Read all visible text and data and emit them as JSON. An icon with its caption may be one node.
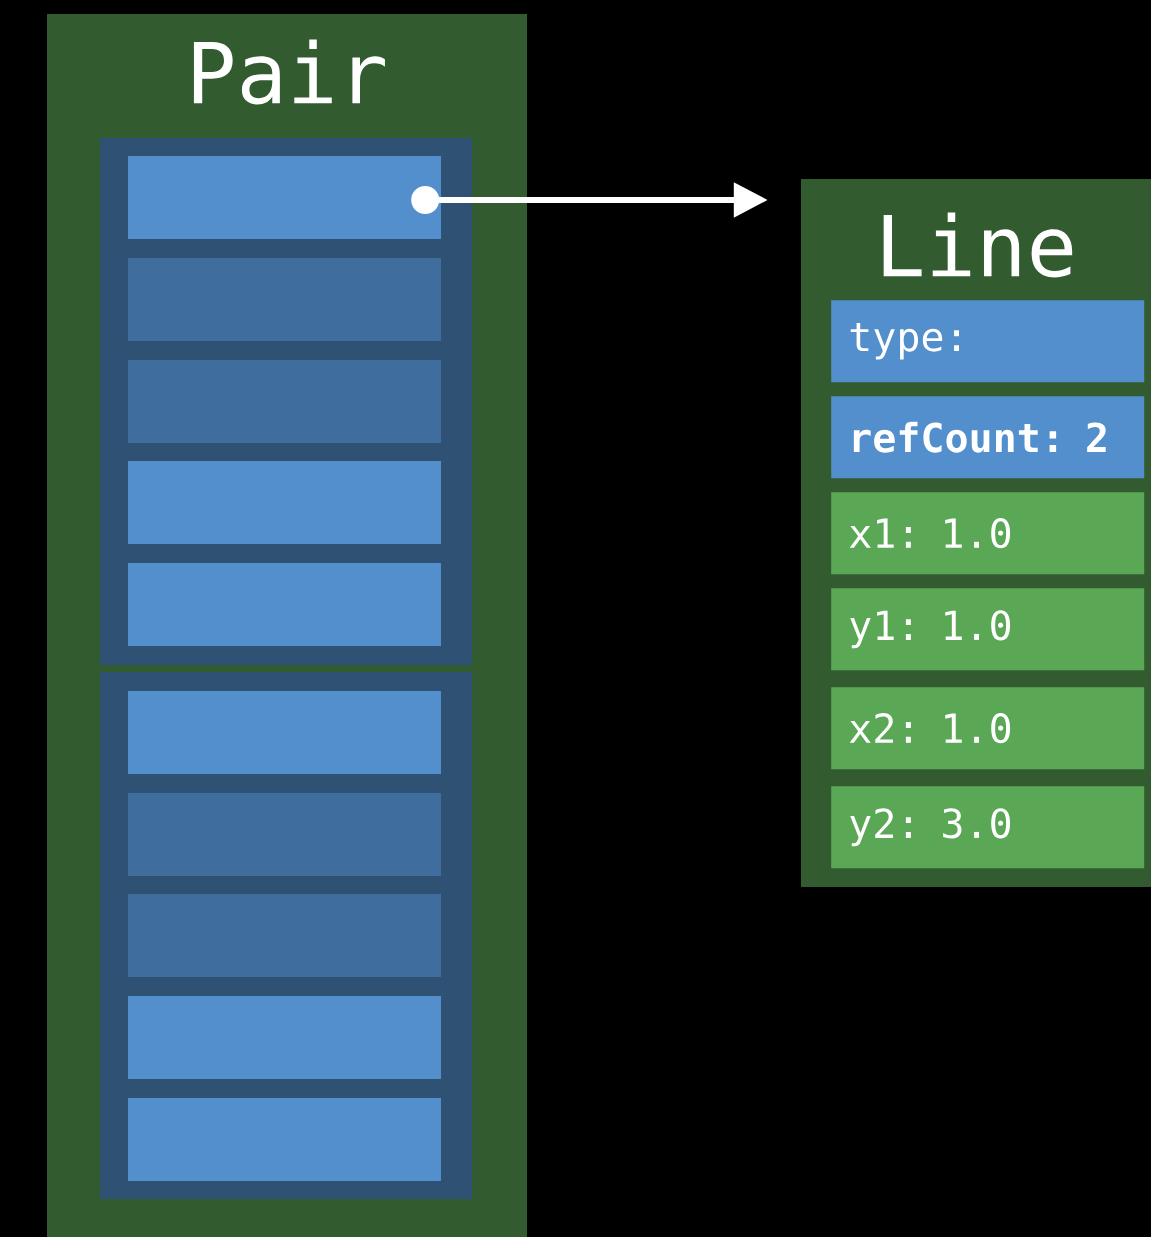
{
  "diagram": {
    "nodes": [
      {
        "text": [
          "Pair"
        ]
      },
      {
        "text": [],
        "shape": "box",
        "in": 0
      },
      {
        "text": [],
        "shape": "box",
        "in": 1
      },
      {
        "text": [],
        "shape": "box",
        "in": 1
      },
      {
        "text": [],
        "shape": "box",
        "in": 1
      },
      {
        "text": [],
        "shape": "box",
        "in": 1
      },
      {
        "text": [],
        "shape": "box",
        "in": 1
      },
      {
        "text": [],
        "shape": "box",
        "in": 0
      },
      {
        "text": [],
        "shape": "box",
        "in": 7
      },
      {
        "text": [],
        "shape": "box",
        "in": 7
      },
      {
        "text": [],
        "shape": "box",
        "in": 7
      },
      {
        "text": [],
        "shape": "box",
        "in": 7
      },
      {
        "text": [],
        "shape": "box",
        "in": 7
      },
      {
        "text": [
          "Line"
        ]
      },
      {
        "text": [
          "type:"
        ],
        "in": 13
      },
      {
        "text": [
          "refCount: 2"
        ],
        "in": 13
      },
      {
        "text": [
          "x1: 1.0"
        ],
        "in": 13
      },
      {
        "text": [
          "y1: 1.0"
        ],
        "in": 13
      },
      {
        "text": [
          "x2: 1.0"
        ],
        "in": 13
      },
      {
        "text": [
          "y2: 3.0"
        ],
        "in": 13
      }
    ],
    "edges": [
      {
        "from": 2,
        "to": 13,
        "arrow": "to"
      }
    ]
  }
}
